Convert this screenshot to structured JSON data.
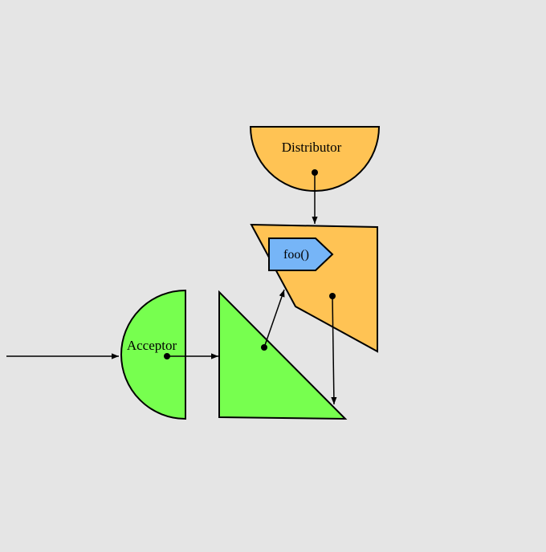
{
  "diagram": {
    "distributor_label": "Distributor",
    "acceptor_label": "Acceptor",
    "function_label": "foo()"
  },
  "colors": {
    "background": "#e5e5e5",
    "orange_fill": "#ffc354",
    "green_fill": "#77ff4f",
    "blue_fill": "#76b5f7",
    "stroke": "#000000"
  }
}
